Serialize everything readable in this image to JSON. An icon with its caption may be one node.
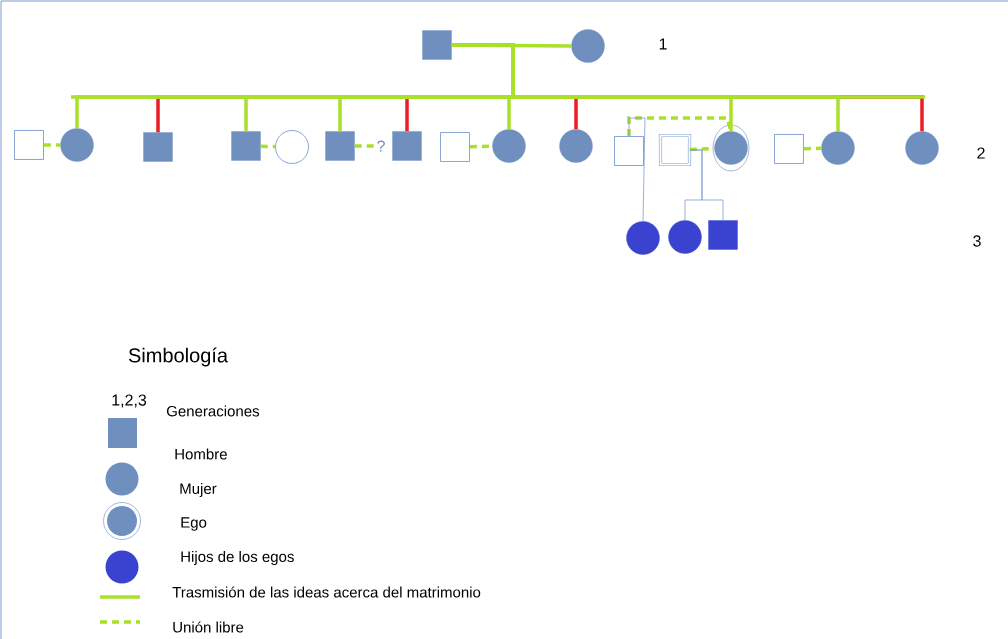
{
  "diagram": {
    "nodes": [
      {
        "text": [],
        "shape": "box"
      },
      {
        "text": [],
        "shape": "circle"
      },
      {
        "text": [],
        "shape": "box"
      },
      {
        "text": [],
        "shape": "circle"
      },
      {
        "text": [],
        "shape": "box"
      },
      {
        "text": [],
        "shape": "box"
      },
      {
        "text": [],
        "shape": "circle"
      },
      {
        "text": [],
        "shape": "box"
      },
      {
        "text": [
          "?"
        ]
      },
      {
        "text": [],
        "shape": "box"
      },
      {
        "text": [],
        "shape": "box"
      },
      {
        "text": [],
        "shape": "circle"
      },
      {
        "text": [],
        "shape": "circle"
      },
      {
        "text": [],
        "shape": "box"
      },
      {
        "text": [],
        "shape": "box"
      },
      {
        "text": [],
        "shape": "circle"
      },
      {
        "text": [],
        "shape": "box"
      },
      {
        "text": [],
        "shape": "circle"
      },
      {
        "text": [],
        "shape": "circle"
      },
      {
        "text": [],
        "shape": "circle"
      },
      {
        "text": [],
        "shape": "circle"
      },
      {
        "text": [],
        "shape": "box"
      }
    ],
    "edges": [
      {
        "from": 0,
        "to": 1,
        "arrow": "none"
      },
      {
        "from": 0,
        "to": 3,
        "arrow": "none"
      },
      {
        "from": 0,
        "to": 4,
        "arrow": "none",
        "color": "#ee1c24"
      },
      {
        "from": 0,
        "to": 5,
        "arrow": "none"
      },
      {
        "from": 0,
        "to": 7,
        "arrow": "none"
      },
      {
        "from": 0,
        "to": 9,
        "arrow": "none",
        "color": "#ee1c24"
      },
      {
        "from": 0,
        "to": 11,
        "arrow": "none"
      },
      {
        "from": 0,
        "to": 12,
        "arrow": "none",
        "color": "#ee1c24"
      },
      {
        "from": 0,
        "to": 15,
        "arrow": "none"
      },
      {
        "from": 0,
        "to": 17,
        "arrow": "none"
      },
      {
        "from": 0,
        "to": 18,
        "arrow": "none",
        "color": "#ee1c24"
      },
      {
        "from": 2,
        "to": 3,
        "arrow": "none",
        "style": "dashed"
      },
      {
        "from": 5,
        "to": 6,
        "arrow": "none",
        "style": "dashed"
      },
      {
        "from": 7,
        "to": 8,
        "arrow": "none",
        "style": "dashed"
      },
      {
        "from": 10,
        "to": 11,
        "arrow": "none",
        "style": "dashed"
      },
      {
        "from": 13,
        "to": 15,
        "arrow": "none",
        "style": "dashed"
      },
      {
        "from": 14,
        "to": 15,
        "arrow": "none",
        "style": "dashed"
      },
      {
        "from": 16,
        "to": 17,
        "arrow": "none",
        "style": "dashed"
      },
      {
        "from": 13,
        "to": 19,
        "arrow": "none",
        "color": "#7b9bd0"
      },
      {
        "from": 14,
        "to": 20,
        "arrow": "none",
        "color": "#7b9bd0"
      },
      {
        "from": 14,
        "to": 21,
        "arrow": "none",
        "color": "#7b9bd0"
      }
    ],
    "labels": [
      "1",
      "2",
      "3",
      "Simbología",
      "1,2,3"
    ],
    "legend": [
      {
        "text": "Generaciones"
      },
      {
        "text": "Hombre"
      },
      {
        "text": "Mujer"
      },
      {
        "text": "Ego"
      },
      {
        "text": "Hijos de los egos"
      },
      {
        "text": "Trasmisión de las ideas acerca del matrimonio"
      },
      {
        "text": "Unión libre"
      }
    ]
  }
}
